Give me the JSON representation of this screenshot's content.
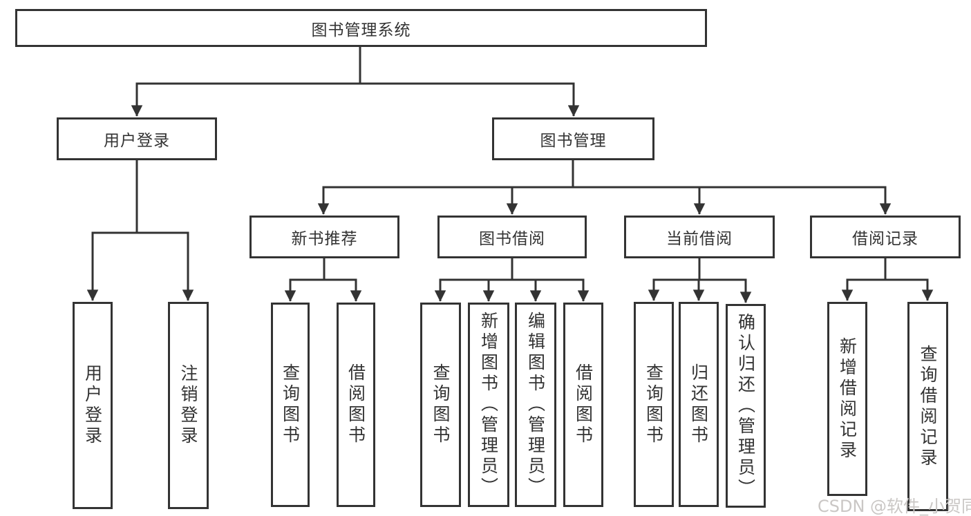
{
  "diagram_title": "图书管理系统",
  "nodes": {
    "root": "图书管理系统",
    "user_login": "用户登录",
    "book_mgmt": "图书管理",
    "new_book_rec": "新书推荐",
    "book_borrow": "图书借阅",
    "current_borrow": "当前借阅",
    "borrow_record": "借阅记录",
    "ul_user_login": "用户登录",
    "ul_logout": "注销登录",
    "nr_query_book": "查询图书",
    "nr_borrow_book": "借阅图书",
    "bb_query_book": "查询图书",
    "bb_add_book_admin": "新增图书（管理员）",
    "bb_edit_book_admin": "编辑图书（管理员）",
    "bb_borrow_book": "借阅图书",
    "cb_query_book": "查询图书",
    "cb_return_book": "归还图书",
    "cb_confirm_return_admin": "确认归还（管理员）",
    "br_add_record": "新增借阅记录",
    "br_query_record": "查询借阅记录"
  },
  "watermark": {
    "text": "CSDN @软件_小贺同学"
  },
  "colors": {
    "line": "#333333",
    "text": "#333333",
    "background": "#ffffff",
    "watermark": "#cac7c5"
  }
}
